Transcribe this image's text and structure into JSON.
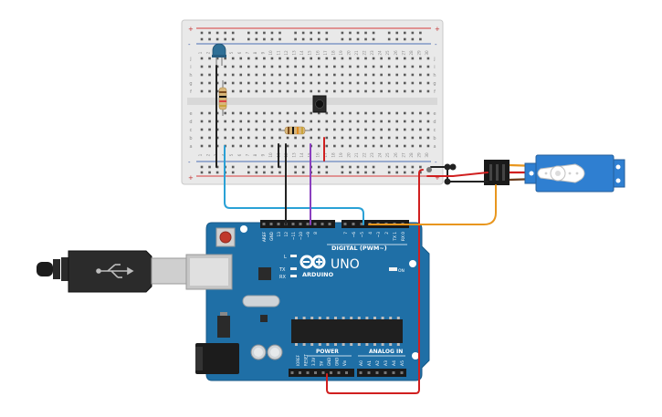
{
  "colors": {
    "breadboard": "#e9e9e9",
    "rail_red": "#d83b3b",
    "rail_blue": "#4a6fb5",
    "board_blue": "#1f6fa6",
    "wire_cyan": "#2aa1d6",
    "wire_black": "#222222",
    "wire_purple": "#8a3fbf",
    "wire_red": "#d01f1f",
    "wire_orange": "#e8961e",
    "servo_blue": "#2f7fd1",
    "led_blue": "#2f6f96"
  },
  "breadboard": {
    "row_letters_top": [
      "j",
      "i",
      "h",
      "g",
      "f"
    ],
    "row_letters_bottom": [
      "e",
      "d",
      "c",
      "b",
      "a"
    ],
    "column_numbers": [
      "1",
      "2",
      "3",
      "4",
      "5",
      "6",
      "7",
      "8",
      "9",
      "10",
      "11",
      "12",
      "13",
      "14",
      "15",
      "16",
      "17",
      "18",
      "19",
      "20",
      "21",
      "22",
      "23",
      "24",
      "25",
      "26",
      "27",
      "28",
      "29",
      "30"
    ],
    "rail_plus": "+",
    "rail_minus": "-"
  },
  "arduino": {
    "logo_text": "ARDUINO",
    "model": "UNO",
    "digital_label": "DIGITAL (PWM~)",
    "power_label": "POWER",
    "analog_label": "ANALOG IN",
    "led_labels": [
      "L",
      "TX",
      "RX"
    ],
    "on_label": "ON",
    "top_pin_labels": [
      "AREF",
      "GND",
      "13",
      "12",
      "~11",
      "~10",
      "~9",
      "8",
      "7",
      "~6",
      "~5",
      "4",
      "~3",
      "2",
      "TX 1",
      "RX 0"
    ],
    "power_pin_labels": [
      "IOREF",
      "RESET",
      "3.3V",
      "5V",
      "GND",
      "GND",
      "Vin"
    ],
    "analog_pin_labels": [
      "A0",
      "A1",
      "A2",
      "A3",
      "A4",
      "A5"
    ]
  },
  "icons": [
    "usb-cable-icon",
    "usb-symbol-icon",
    "infinity-logo-icon"
  ]
}
